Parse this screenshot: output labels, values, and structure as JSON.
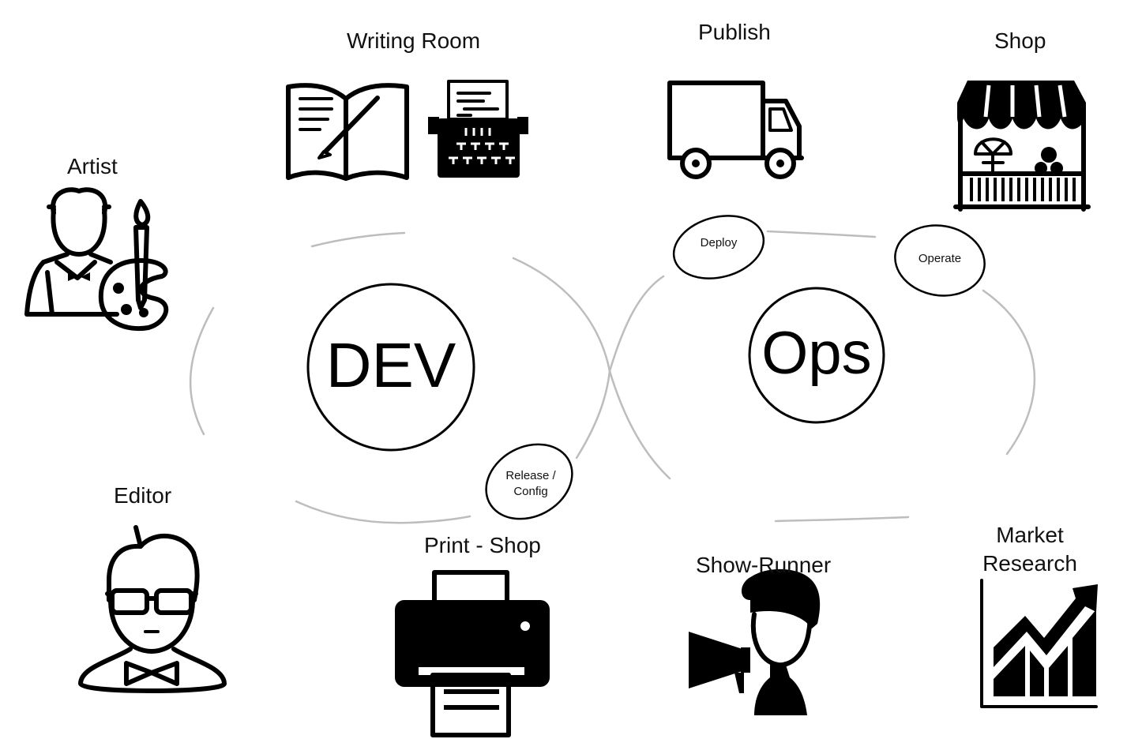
{
  "labels": {
    "artist": "Artist",
    "writing_room": "Writing  Room",
    "publish": "Publish",
    "shop": "Shop",
    "editor": "Editor",
    "print_shop": "Print - Shop",
    "show_runner": "Show-Runner",
    "market_research_line1": "Market",
    "market_research_line2": "Research"
  },
  "loop": {
    "dev": "DEV",
    "ops": "Ops",
    "deploy": "Deploy",
    "operate": "Operate",
    "release_line1": "Release /",
    "release_line2": "Config"
  },
  "icons": [
    "artist-icon",
    "book-icon",
    "typewriter-icon",
    "truck-icon",
    "market-stall-icon",
    "editor-icon",
    "printer-icon",
    "show-runner-icon",
    "growth-chart-icon"
  ],
  "colors": {
    "stroke": "#000000",
    "loop_line": "#bdbdbd",
    "background": "#ffffff"
  }
}
